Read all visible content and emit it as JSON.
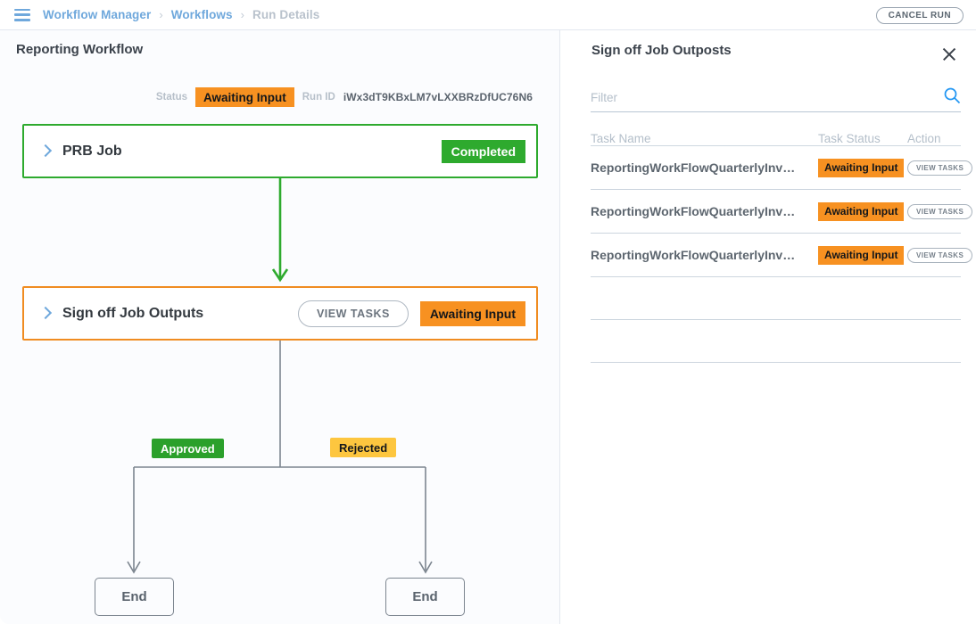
{
  "topbar": {
    "menu_icon": "hamburger-icon",
    "breadcrumbs": [
      {
        "label": "Workflow Manager",
        "current": false
      },
      {
        "label": "Workflows",
        "current": false
      },
      {
        "label": "Run Details",
        "current": true
      }
    ],
    "separator": "›",
    "cancel_run_label": "CANCEL RUN"
  },
  "workflow": {
    "title": "Reporting Workflow",
    "status_label": "Status",
    "status_value": "Awaiting Input",
    "run_id_label": "Run ID",
    "run_id_value": "iWx3dT9KBxLM7vLXXBRzDfUC76N6",
    "nodes": [
      {
        "name": "PRB Job",
        "status": "Completed",
        "status_type": "completed",
        "has_view_tasks": false
      },
      {
        "name": "Sign off Job Outputs",
        "status": "Awaiting Input",
        "status_type": "awaiting",
        "has_view_tasks": true,
        "view_tasks_label": "VIEW TASKS"
      }
    ],
    "branches": [
      {
        "label": "Approved",
        "type": "approved"
      },
      {
        "label": "Rejected",
        "type": "rejected"
      }
    ],
    "end_nodes": [
      {
        "label": "End"
      },
      {
        "label": "End"
      }
    ]
  },
  "panel": {
    "title": "Sign off Job Outposts",
    "close_icon": "close-icon",
    "search_icon": "search-icon",
    "filter_placeholder": "Filter",
    "filter_value": "",
    "columns": {
      "task_name": "Task Name",
      "task_status": "Task Status",
      "action": "Action"
    },
    "rows": [
      {
        "task_name": "ReportingWorkFlowQuarterlyInv…",
        "task_status": "Awaiting Input",
        "action_label": "VIEW TASKS"
      },
      {
        "task_name": "ReportingWorkFlowQuarterlyInv…",
        "task_status": "Awaiting Input",
        "action_label": "VIEW TASKS"
      },
      {
        "task_name": "ReportingWorkFlowQuarterlyInv…",
        "task_status": "Awaiting Input",
        "action_label": "VIEW TASKS"
      }
    ],
    "empty_rows": 2
  },
  "colors": {
    "accent_blue": "#6fa8dc",
    "awaiting_orange": "#f79121",
    "completed_green": "#2eaa2e",
    "approved_green": "#2ba02b",
    "rejected_yellow": "#fdc63f",
    "node_border_green": "#2eaa2e",
    "node_border_orange": "#f08c21",
    "connector_gray": "#7c858f"
  }
}
